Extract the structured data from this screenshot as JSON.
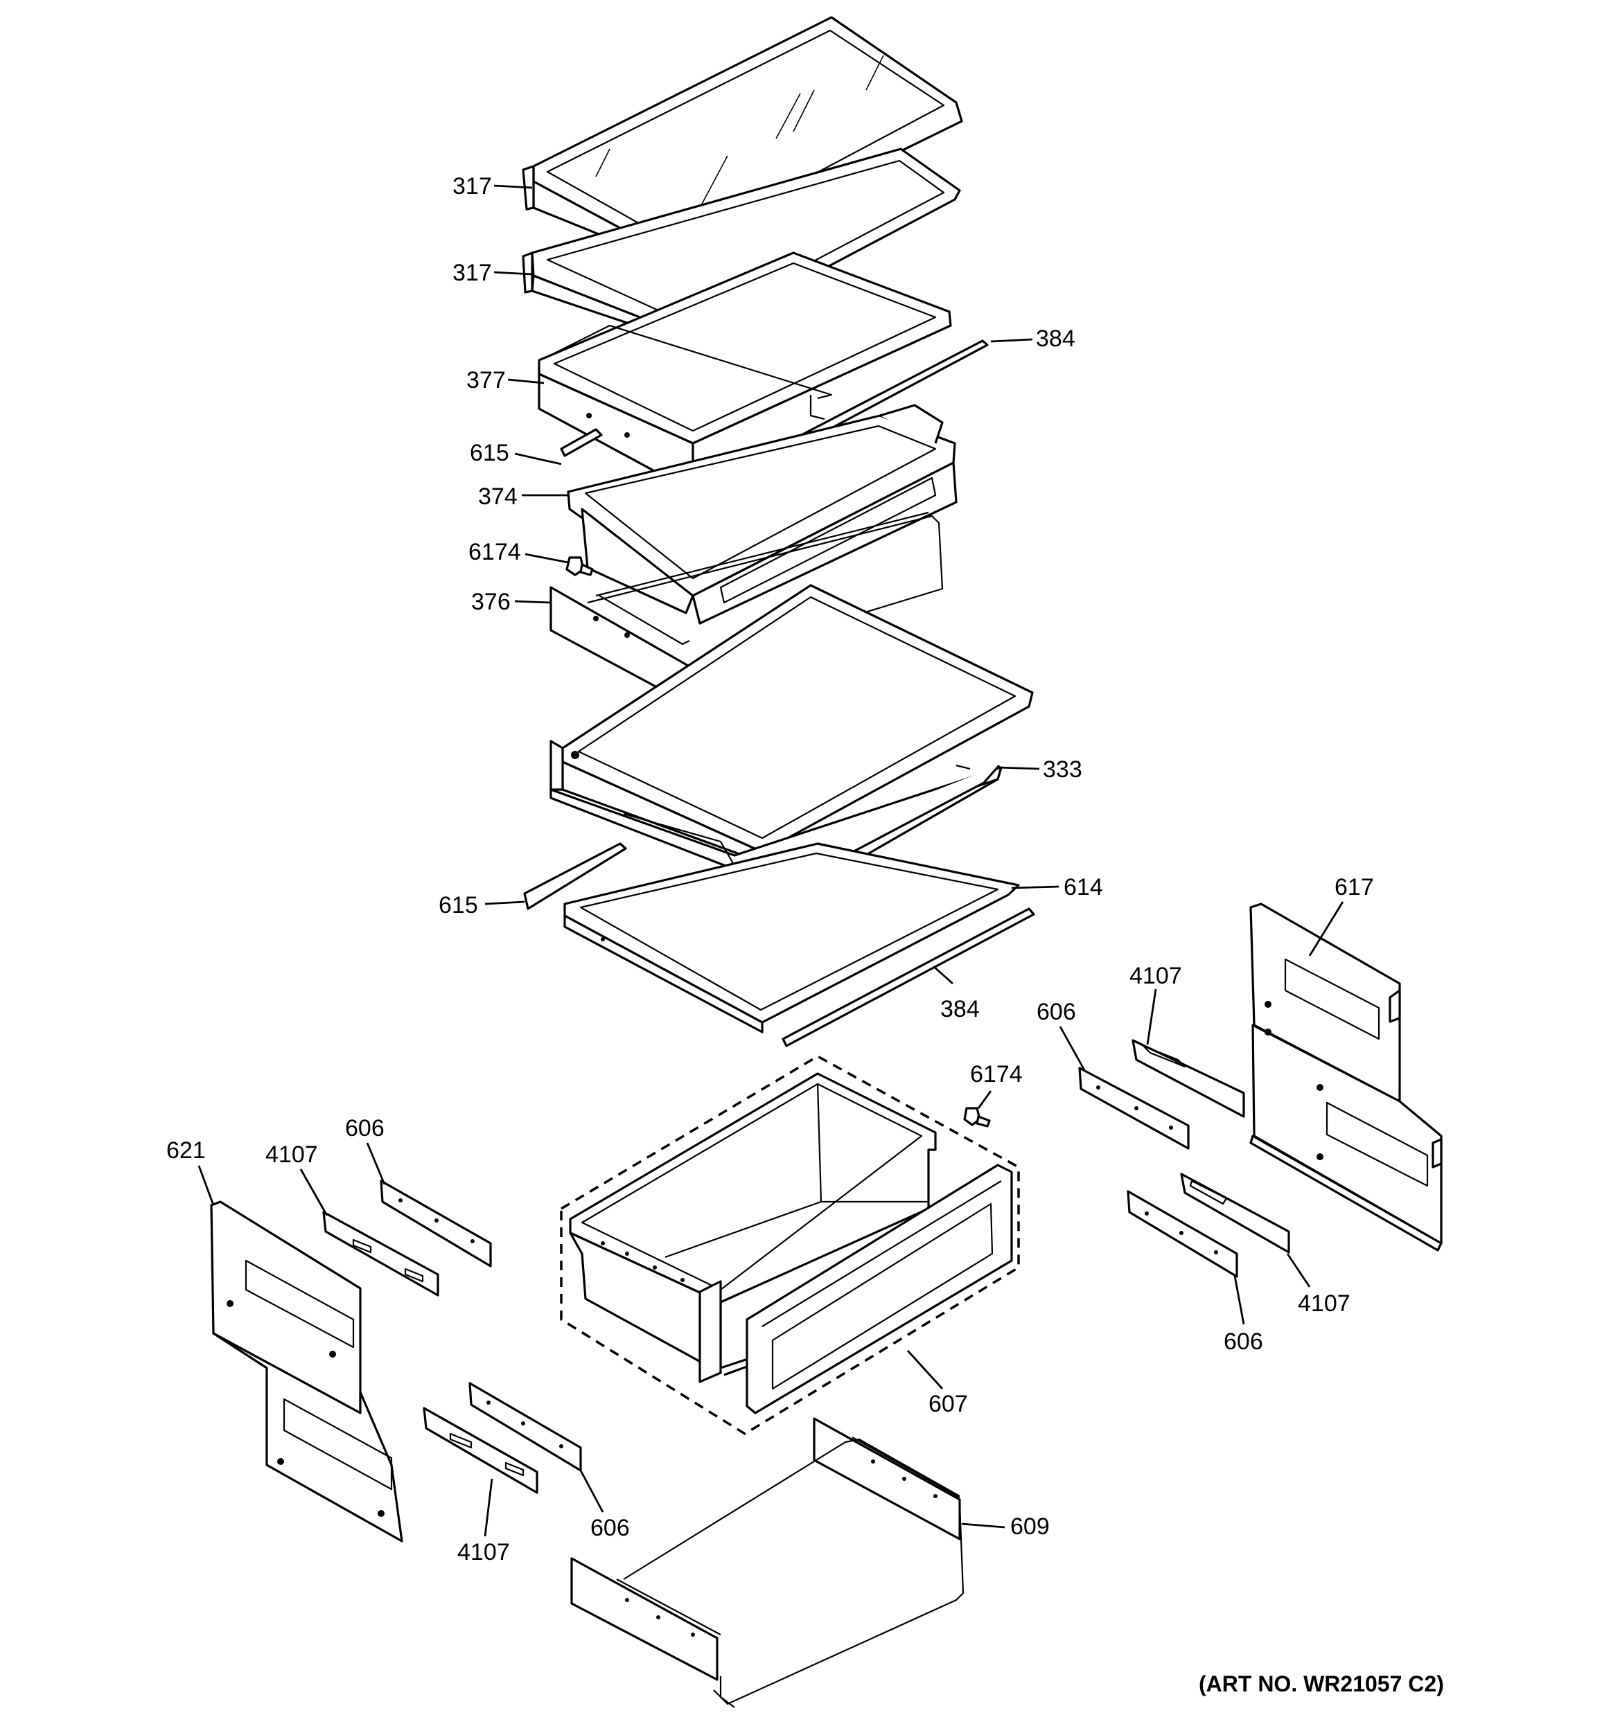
{
  "art_number": "(ART NO. WR21057 C2)",
  "callouts": {
    "shelf_upper_1": "317",
    "shelf_upper_2": "317",
    "slide_rail_upper": "384",
    "pan_cover_upper": "377",
    "trim_upper": "615",
    "snack_pan": "374",
    "screw_upper": "6174",
    "pan_frame_upper": "376",
    "shelf_cantilever": "333",
    "trim_lower": "615",
    "shelf_glass_lower": "614",
    "slide_rail_lower": "384",
    "bracket_right": "617",
    "rail_right_upper": "4107",
    "slide_right_upper": "606",
    "screw_lower": "6174",
    "bracket_left": "621",
    "rail_left_upper": "4107",
    "slide_left_upper": "606",
    "crisper_pan_assembly": "607",
    "rail_right_lower": "4107",
    "slide_right_lower": "606",
    "slide_left_lower": "606",
    "rail_left_lower": "4107",
    "pan_frame_lower": "609"
  }
}
